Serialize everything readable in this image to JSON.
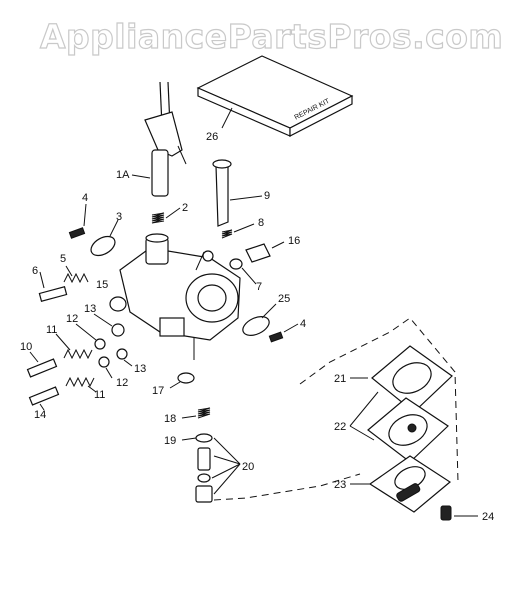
{
  "watermark": "AppliancePartsPros.com",
  "kit_text": "REPAIR KIT",
  "labels": {
    "l1A": "1A",
    "l2": "2",
    "l3": "3",
    "l4a": "4",
    "l4b": "4",
    "l5": "5",
    "l6": "6",
    "l7": "7",
    "l8": "8",
    "l9": "9",
    "l10": "10",
    "l11a": "11",
    "l11b": "11",
    "l12a": "12",
    "l12b": "12",
    "l13a": "13",
    "l13b": "13",
    "l14": "14",
    "l15": "15",
    "l16": "16",
    "l17": "17",
    "l18": "18",
    "l19": "19",
    "l20": "20",
    "l21": "21",
    "l22": "22",
    "l23": "23",
    "l24": "24",
    "l25": "25",
    "l26": "26"
  }
}
